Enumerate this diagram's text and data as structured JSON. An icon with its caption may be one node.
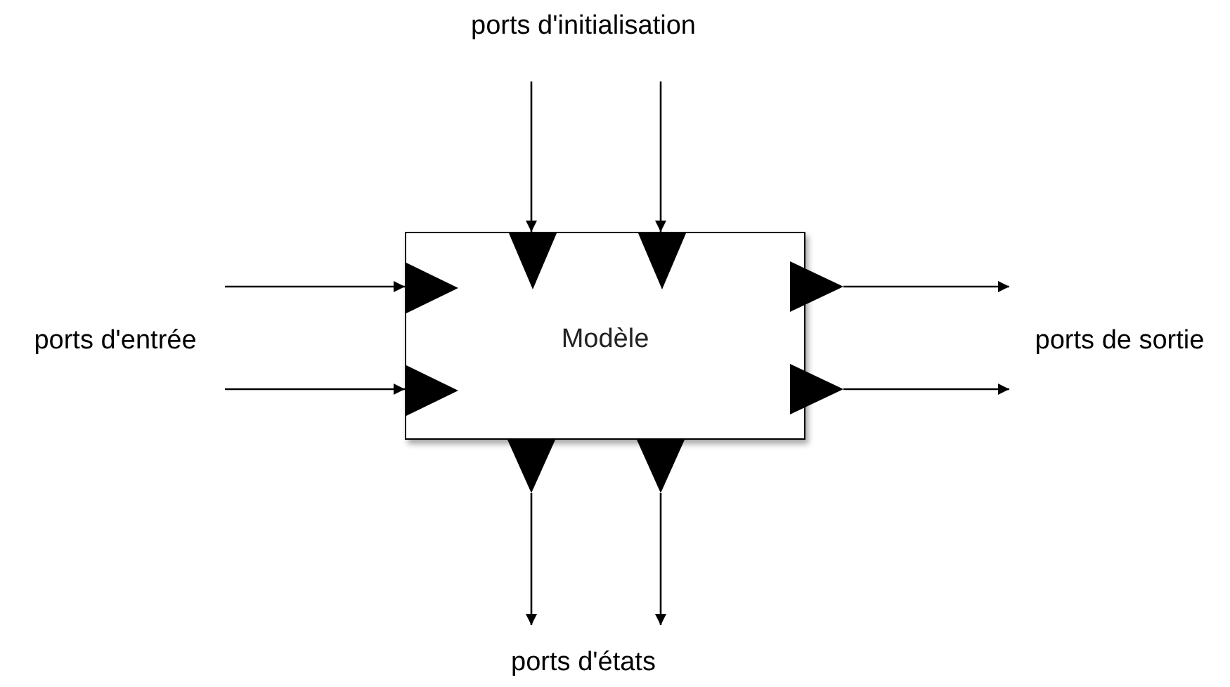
{
  "diagram": {
    "nodes": [
      {
        "text": [
          "ports d'initialisation"
        ]
      },
      {
        "text": [
          "ports d'entrée"
        ]
      },
      {
        "text": [
          "Modèle"
        ]
      },
      {
        "text": [],
        "shape": "triangle",
        "in": 2
      },
      {
        "text": [],
        "shape": "triangle",
        "in": 2
      },
      {
        "text": [],
        "shape": "triangle",
        "in": 2
      },
      {
        "text": [],
        "shape": "triangle",
        "in": 2
      },
      {
        "text": [],
        "shape": "triangle"
      },
      {
        "text": [],
        "shape": "triangle"
      },
      {
        "text": [
          "ports de sortie"
        ]
      },
      {
        "text": [],
        "shape": "triangle"
      },
      {
        "text": [],
        "shape": "triangle"
      },
      {
        "text": [
          "ports d'états"
        ]
      }
    ],
    "edges": [
      {
        "from": 0,
        "to": 3,
        "arrow": "to"
      },
      {
        "from": 0,
        "to": 4,
        "arrow": "to"
      },
      {
        "from": 1,
        "to": 5,
        "arrow": "to"
      },
      {
        "from": 1,
        "to": 6,
        "arrow": "to"
      },
      {
        "from": 7,
        "to": 9,
        "arrow": "to"
      },
      {
        "from": 8,
        "to": 9,
        "arrow": "to"
      },
      {
        "from": 10,
        "to": 12,
        "arrow": "to"
      },
      {
        "from": 11,
        "to": 12,
        "arrow": "to"
      }
    ]
  }
}
